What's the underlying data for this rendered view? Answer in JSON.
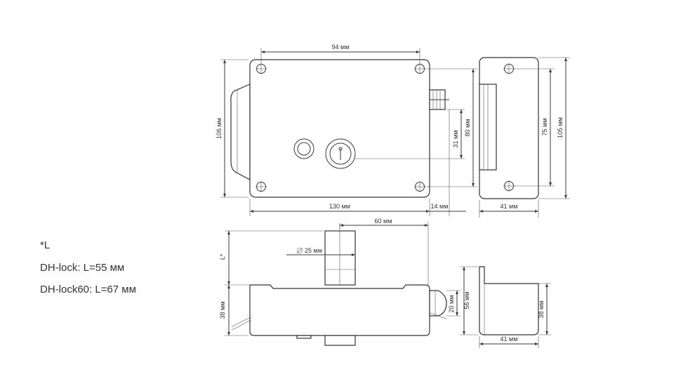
{
  "notes": {
    "star_l": "*L",
    "dh_lock": "DH-lock: L=55 мм",
    "dh_lock60": "DH-lock60: L=67 мм"
  },
  "dimensions": {
    "width_94": "94 мм",
    "height_106": "106 мм",
    "width_130": "130 мм",
    "offset_14": "14 мм",
    "height_80": "80 мм",
    "height_31": "31 мм",
    "height_75": "75 мм",
    "height_105": "105 мм",
    "width_41_top": "41 мм",
    "length_60": "60 мм",
    "diameter_25": "25 мм",
    "length_l": "L*",
    "height_38_left": "38 мм",
    "height_20": "20 мм",
    "height_56": "56 мм",
    "height_38_right": "38 мм",
    "width_41_bottom": "41 мм"
  },
  "colors": {
    "line": "#3a3a3a",
    "text": "#333333",
    "background": "#ffffff"
  }
}
